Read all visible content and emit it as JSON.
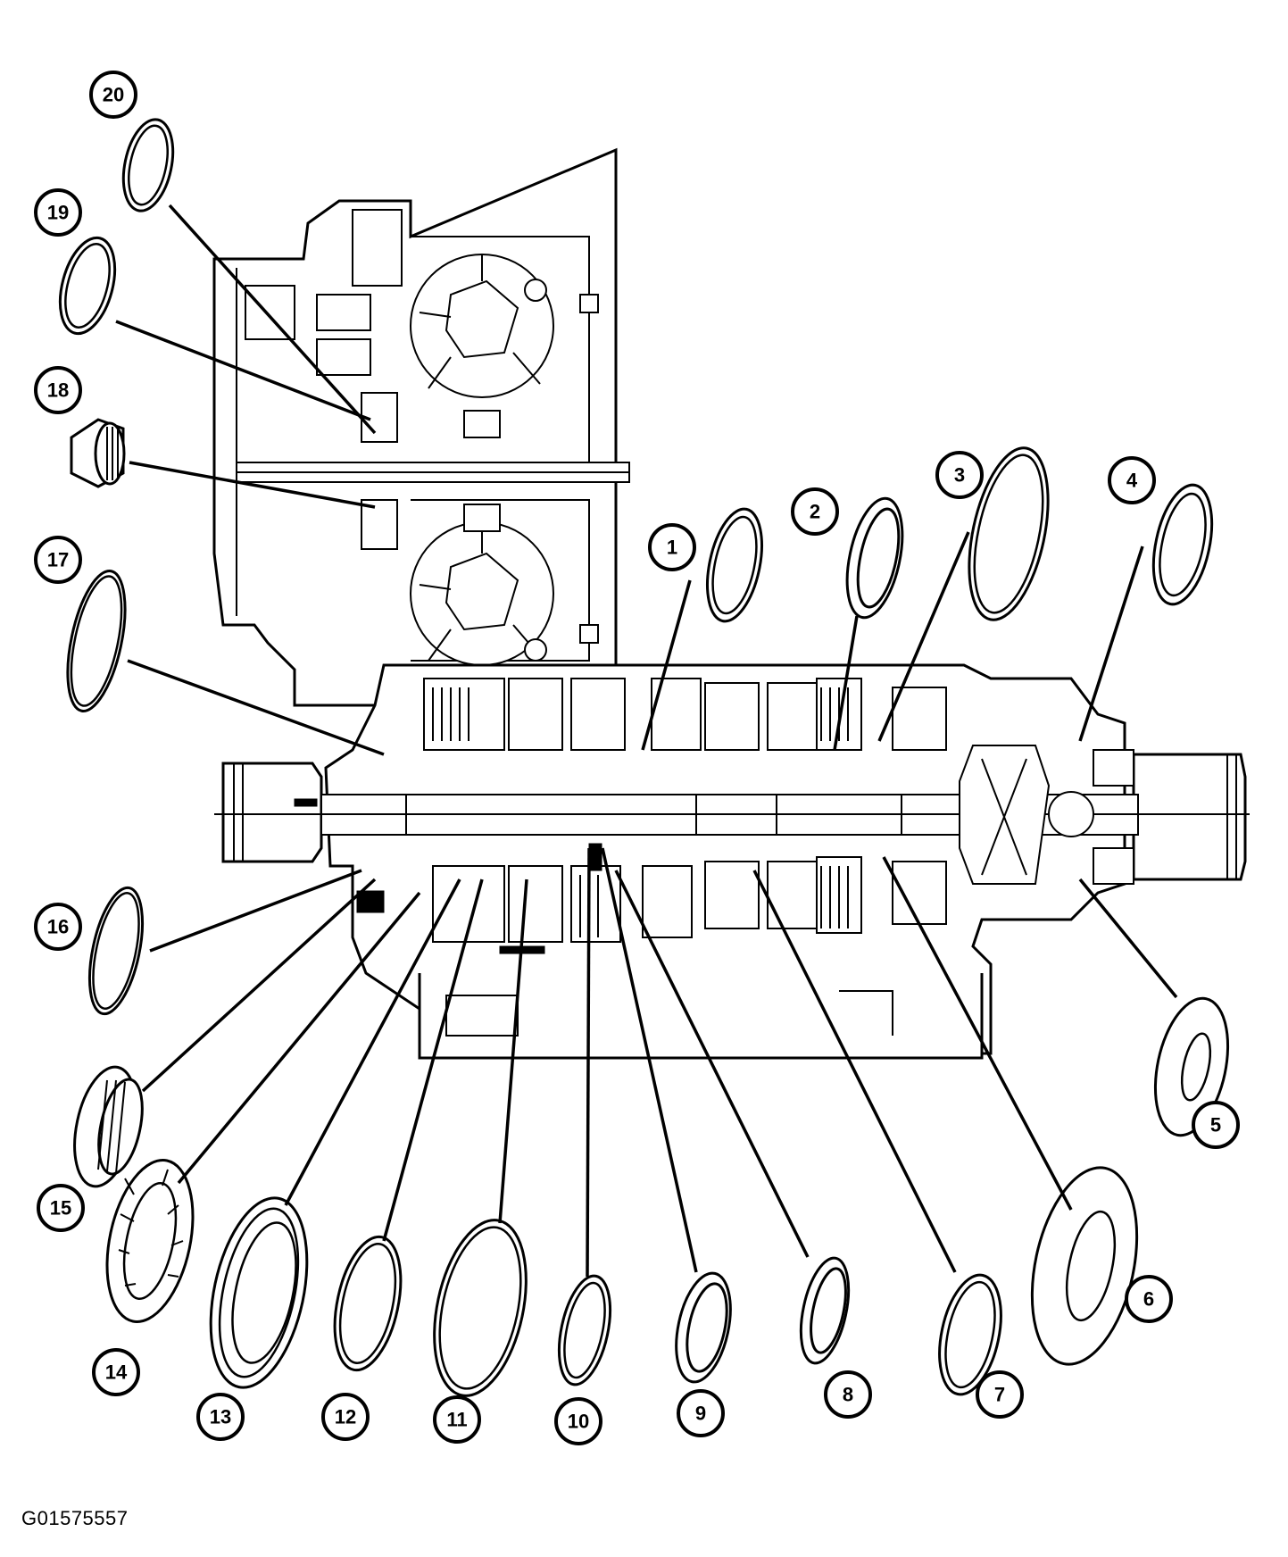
{
  "figure_id": "G01575557",
  "callouts": [
    {
      "id": "1",
      "label": "1"
    },
    {
      "id": "2",
      "label": "2"
    },
    {
      "id": "3",
      "label": "3"
    },
    {
      "id": "4",
      "label": "4"
    },
    {
      "id": "5",
      "label": "5"
    },
    {
      "id": "6",
      "label": "6"
    },
    {
      "id": "7",
      "label": "7"
    },
    {
      "id": "8",
      "label": "8"
    },
    {
      "id": "9",
      "label": "9"
    },
    {
      "id": "10",
      "label": "10"
    },
    {
      "id": "11",
      "label": "11"
    },
    {
      "id": "12",
      "label": "12"
    },
    {
      "id": "13",
      "label": "13"
    },
    {
      "id": "14",
      "label": "14"
    },
    {
      "id": "15",
      "label": "15"
    },
    {
      "id": "16",
      "label": "16"
    },
    {
      "id": "17",
      "label": "17"
    },
    {
      "id": "18",
      "label": "18"
    },
    {
      "id": "19",
      "label": "19"
    },
    {
      "id": "20",
      "label": "20"
    }
  ]
}
